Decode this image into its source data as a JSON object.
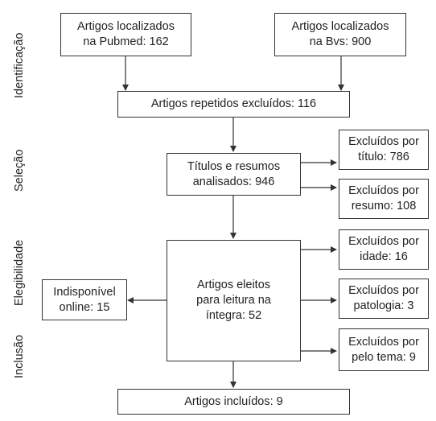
{
  "stages": {
    "identificacao": "Identificação",
    "selecao": "Seleção",
    "elegibilidade": "Elegibilidade",
    "inclusao": "Inclusão"
  },
  "boxes": {
    "pubmed": "Artigos localizados\nna Pubmed: 162",
    "bvs": "Artigos localizados\nna Bvs: 900",
    "repetidos": "Artigos repetidos excluídos: 116",
    "titulos_resumos": "Títulos e resumos\nanalisados: 946",
    "excl_titulo": "Excluídos por\ntítulo: 786",
    "excl_resumo": "Excluídos por\nresumo: 108",
    "eleitos": "Artigos eleitos\npara leitura na\níntegra: 52",
    "excl_idade": "Excluídos por\nidade: 16",
    "excl_patologia": "Excluídos por\npatologia: 3",
    "excl_tema": "Excluídos por\npelo tema: 9",
    "indisponivel": "Indisponível\nonline: 15",
    "incluidos": "Artigos incluídos: 9"
  },
  "colors": {
    "line": "#333333",
    "box_border": "#333333",
    "background": "#ffffff"
  }
}
